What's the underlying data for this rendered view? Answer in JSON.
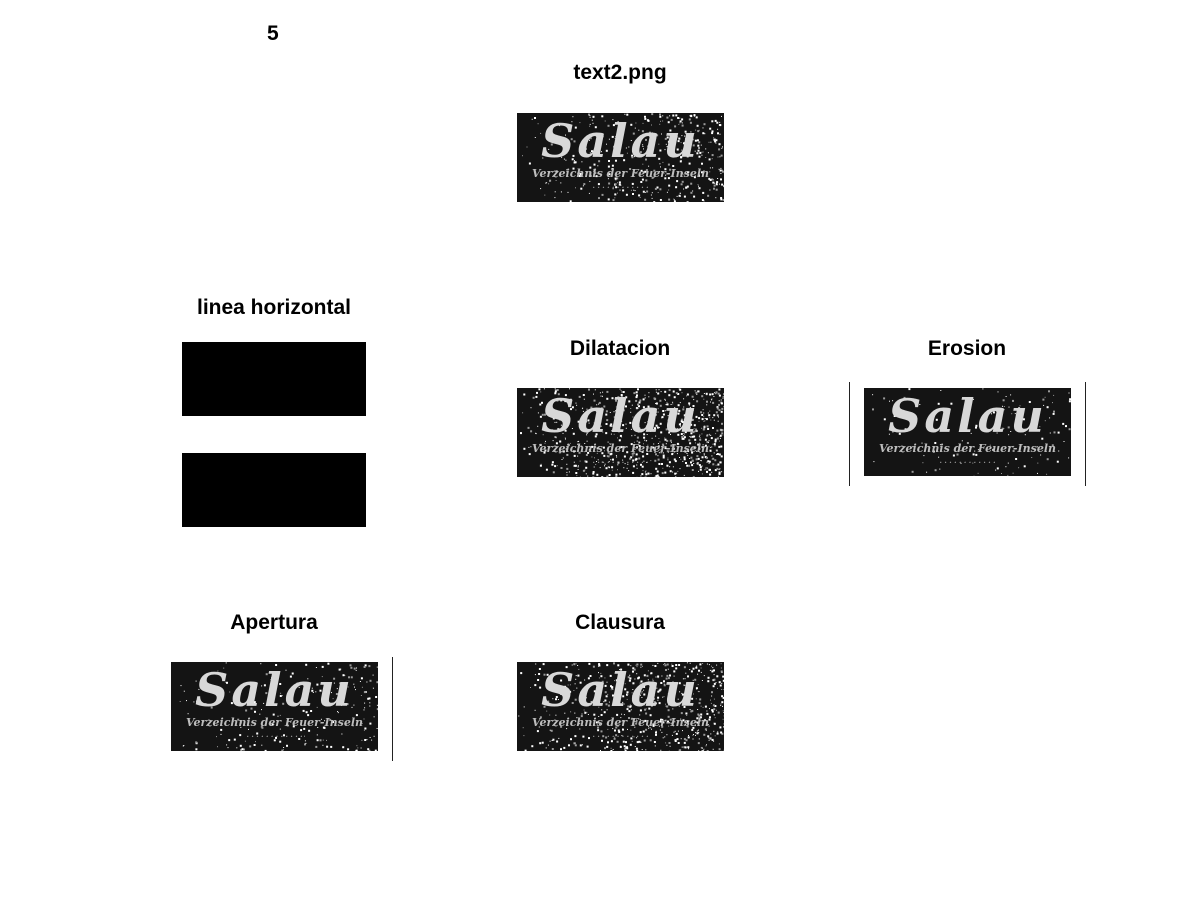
{
  "figure_number": "5",
  "titles": {
    "original": "text2.png",
    "structuring_element": "linea horizontal",
    "dilation": "Dilatacion",
    "erosion": "Erosion",
    "opening": "Apertura",
    "closing": "Clausura"
  },
  "image_text": {
    "word": "Salau",
    "line1": "Verzeichnis der Feuer-Inseln",
    "line2": "· · · · · · · · · · · ·"
  }
}
